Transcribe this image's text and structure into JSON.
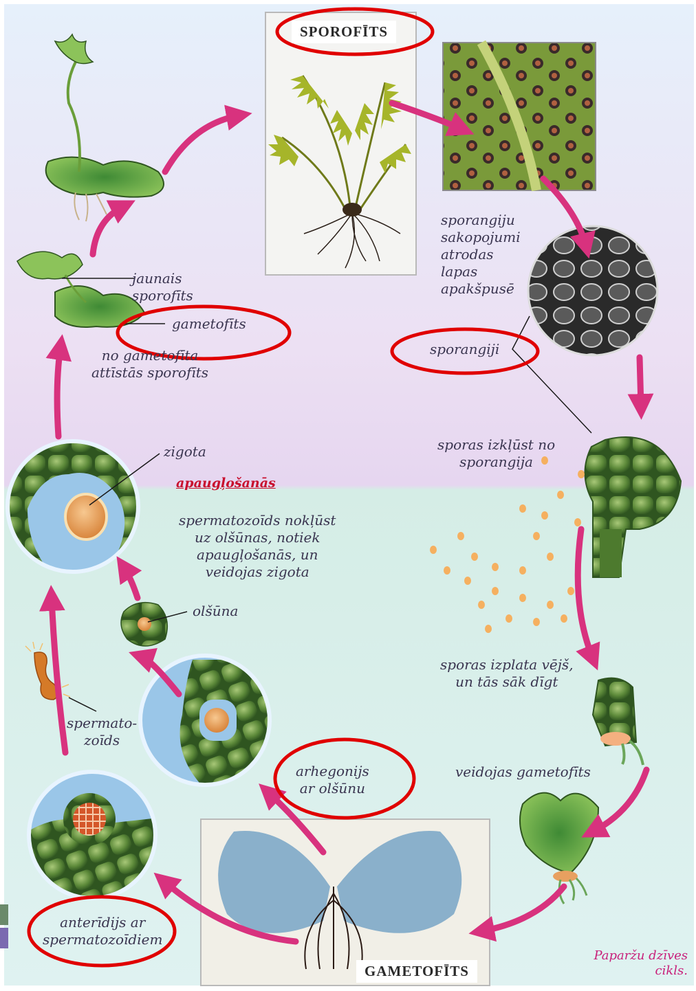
{
  "colors": {
    "background_top": "#eaf2fb",
    "background_middle": "#eadcf0",
    "background_bottom": "#dff2ee",
    "arrow": "#d8327e",
    "cell_green": "#5d8a3a",
    "highlight_ellipse": "#e00000",
    "caption": "#c8207a"
  },
  "titles": {
    "sporophyte": "SPOROFĪTS",
    "gametophyte": "GAMETOFĪTS"
  },
  "labels": {
    "sporangia_clusters": "sporangiju\nsakopojumi\natrodas\nlapas\napakšpusē",
    "sporangia": "sporangiji",
    "spores_release": "sporas izkļūst no\nsporangija",
    "wind": "sporas izplata vējš,\nun tās sāk dīgt",
    "gametophyte_forms": "veidojas gametofīts",
    "archegonium": "arhegonijs\nar olšūnu",
    "antheridium": "anterīdijs ar\nspermatozoīdiem",
    "sperm": "spermato-\nzoīds",
    "egg": "olšūna",
    "fertilization_text": "spermatozoīds nokļūst\nuz olšūnas, notiek\napaugļošanās, un\nveidojas zigota",
    "zygote": "zigota",
    "fertilization": "apaugļošanās",
    "development": "no gametofīta\nattīstās sporofīts",
    "gametophyte": "gametofīts",
    "young_sporophyte": "jaunais\nsporofīts"
  },
  "caption": "Paparžu dzīves\ncikls."
}
